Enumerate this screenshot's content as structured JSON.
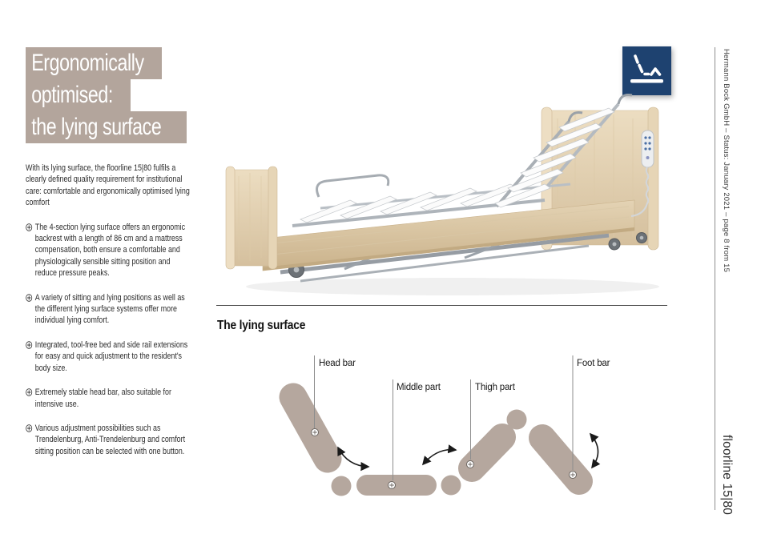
{
  "colors": {
    "taupe": "#b3a59c",
    "navy": "#1e4270",
    "wood": "#e0cfae",
    "text": "#2b2b2b"
  },
  "title": {
    "lines": [
      "Ergonomically",
      "optimised:",
      "the lying surface"
    ]
  },
  "intro": "With its lying surface, the floorline 15|80 fulfils a clearly defined quality requirement for institutional care: comfortable and ergonomically optimised lying comfort",
  "bullets": [
    "The 4-section lying surface offers an ergonomic backrest with a length of 86 cm and a mattress compensation, both ensure a comfortable and physiologically sensible sitting position and reduce pressure peaks.",
    "A variety of sitting and lying positions as well as the different lying surface systems offer more individual lying comfort.",
    "Integrated, tool-free bed and side rail extensions for easy and quick adjustment to the resident's body size.",
    "Extremely stable head bar, also suitable for intensive use.",
    "Various adjustment possibilities such as Trendelenburg, Anti-Trendelenburg and comfort sitting position can be selected with one button."
  ],
  "section": {
    "title": "The lying surface"
  },
  "diagram": {
    "labels": {
      "head": "Head bar",
      "middle": "Middle part",
      "thigh": "Thigh part",
      "foot": "Foot bar"
    }
  },
  "sidebar": {
    "meta": "Hermann Bock GmbH  –  Status: January 2021  –  page 8 from 15",
    "product": "floorline 15|80"
  }
}
